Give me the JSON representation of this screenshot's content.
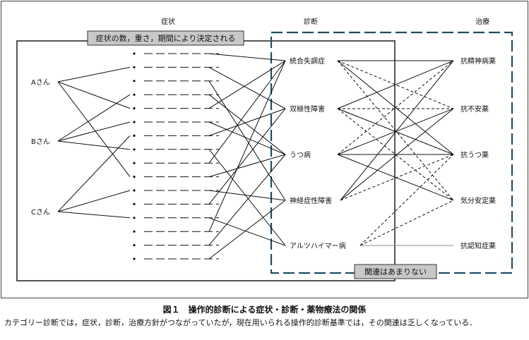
{
  "columns": {
    "symptoms": "症状",
    "diagnosis": "診断",
    "treatment": "治療"
  },
  "boxes": {
    "symptom_box_label": "症状の数，重さ，期間により決定される",
    "diagnosis_box_label": "関連はあまりない"
  },
  "patients": [
    "Aさん",
    "Bさん",
    "Cさん"
  ],
  "diagnoses": [
    "統合失調症",
    "双極性障害",
    "うつ病",
    "神経症性障害",
    "アルツハイマー病"
  ],
  "treatments": [
    "抗精神病薬",
    "抗不安薬",
    "抗うつ薬",
    "気分安定薬",
    "抗認知症薬"
  ],
  "symptom_count": 16,
  "links": {
    "patient_to_symptom": [
      [
        0,
        1
      ],
      [
        0,
        4
      ],
      [
        0,
        9
      ],
      [
        1,
        3
      ],
      [
        1,
        5
      ],
      [
        1,
        7
      ],
      [
        2,
        6
      ],
      [
        2,
        10
      ],
      [
        2,
        12
      ]
    ],
    "symptom_to_diagnosis": [
      [
        0,
        0
      ],
      [
        1,
        1
      ],
      [
        2,
        3
      ],
      [
        3,
        2
      ],
      [
        4,
        0
      ],
      [
        5,
        2
      ],
      [
        6,
        1
      ],
      [
        7,
        4
      ],
      [
        8,
        0
      ],
      [
        9,
        2
      ],
      [
        10,
        3
      ],
      [
        11,
        1
      ],
      [
        12,
        4
      ],
      [
        13,
        0
      ],
      [
        14,
        2
      ],
      [
        15,
        3
      ]
    ],
    "diagnosis_to_treatment_solid": [
      [
        0,
        0
      ],
      [
        1,
        0
      ],
      [
        1,
        2
      ],
      [
        2,
        2
      ],
      [
        2,
        3
      ],
      [
        3,
        0
      ],
      [
        3,
        1
      ],
      [
        0,
        2
      ],
      [
        2,
        1
      ]
    ],
    "diagnosis_to_treatment_dashed": [
      [
        0,
        1
      ],
      [
        0,
        3
      ],
      [
        1,
        1
      ],
      [
        1,
        3
      ],
      [
        2,
        0
      ],
      [
        3,
        2
      ],
      [
        4,
        2
      ],
      [
        4,
        3
      ],
      [
        0,
        0
      ],
      [
        1,
        2
      ]
    ],
    "diagnosis_to_treatment_thin": [
      [
        4,
        4
      ]
    ]
  },
  "caption": {
    "title": "図１　操作的診断による症状・診断・薬物療法の関係",
    "body": "カテゴリー診断では，症状，診断，治療方針がつながっていたが，現在用いられる操作的診断基準では，その関連は乏しくなっている．"
  }
}
